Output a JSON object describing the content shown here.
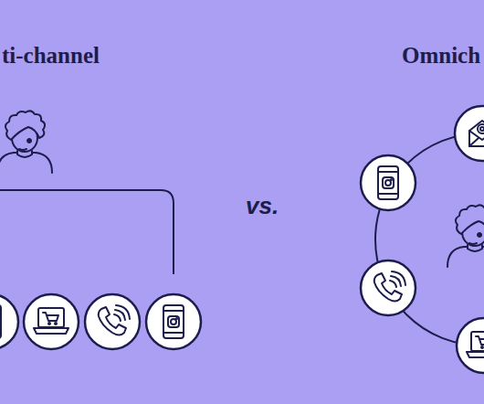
{
  "diagram": {
    "labels": [
      "ti-channel",
      "vs.",
      "Omnich"
    ]
  }
}
